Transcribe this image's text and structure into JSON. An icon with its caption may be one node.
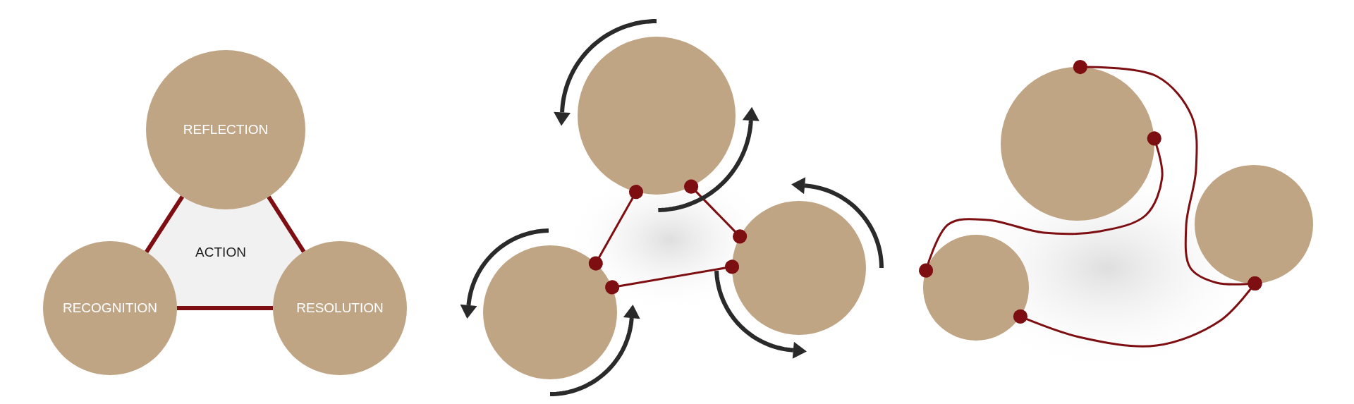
{
  "diagram": {
    "nodes": [
      {
        "text": [
          "REFLECTION"
        ]
      },
      {
        "text": [
          "RECOGNITION"
        ]
      },
      {
        "text": [
          "RESOLUTION"
        ]
      },
      {
        "text": [
          "ACTION"
        ]
      },
      {
        "text": [],
        "shape": "circle"
      },
      {
        "text": [],
        "shape": "circle"
      },
      {
        "text": [],
        "shape": "circle"
      },
      {
        "text": [],
        "shape": "circle"
      },
      {
        "text": [],
        "shape": "circle"
      },
      {
        "text": [],
        "shape": "circle"
      }
    ],
    "edges": [
      {
        "from": 0,
        "to": 1,
        "arrow": "none",
        "style": "thick"
      },
      {
        "from": 1,
        "to": 2,
        "arrow": "none",
        "style": "thick"
      },
      {
        "from": 2,
        "to": 0,
        "arrow": "none",
        "style": "thick"
      },
      {
        "from": 5,
        "to": 4,
        "arrow": "other"
      },
      {
        "from": 5,
        "to": 6,
        "arrow": "other"
      },
      {
        "from": 4,
        "to": 6,
        "arrow": "other"
      },
      {
        "from": 8,
        "to": 9,
        "arrow": "other"
      },
      {
        "from": 8,
        "to": 7,
        "arrow": "other"
      },
      {
        "from": 7,
        "to": 9,
        "arrow": "other"
      }
    ]
  }
}
